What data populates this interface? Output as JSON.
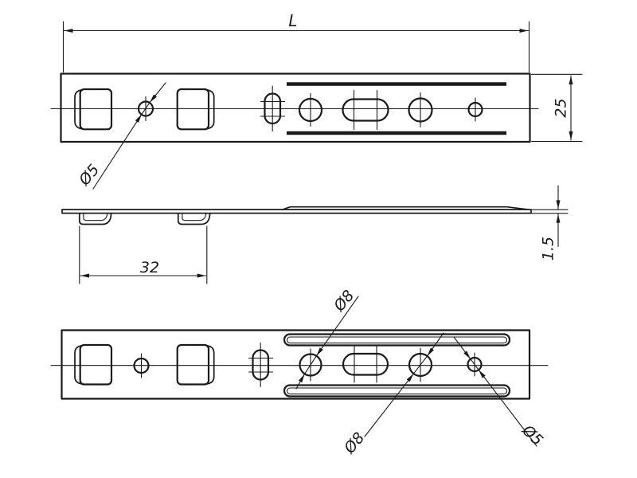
{
  "drawing": {
    "colors": {
      "line": "#1a1a1a",
      "background": "#ffffff"
    },
    "labels": {
      "length": "L",
      "width": "25",
      "top_hole_diameter": "Ø5",
      "hook_spacing": "32",
      "thickness": "1.5",
      "bottom_hole_left_diameter": "Ø8",
      "bottom_hole_middle_diameter": "Ø8",
      "bottom_hole_right_diameter": "Ø5"
    }
  }
}
